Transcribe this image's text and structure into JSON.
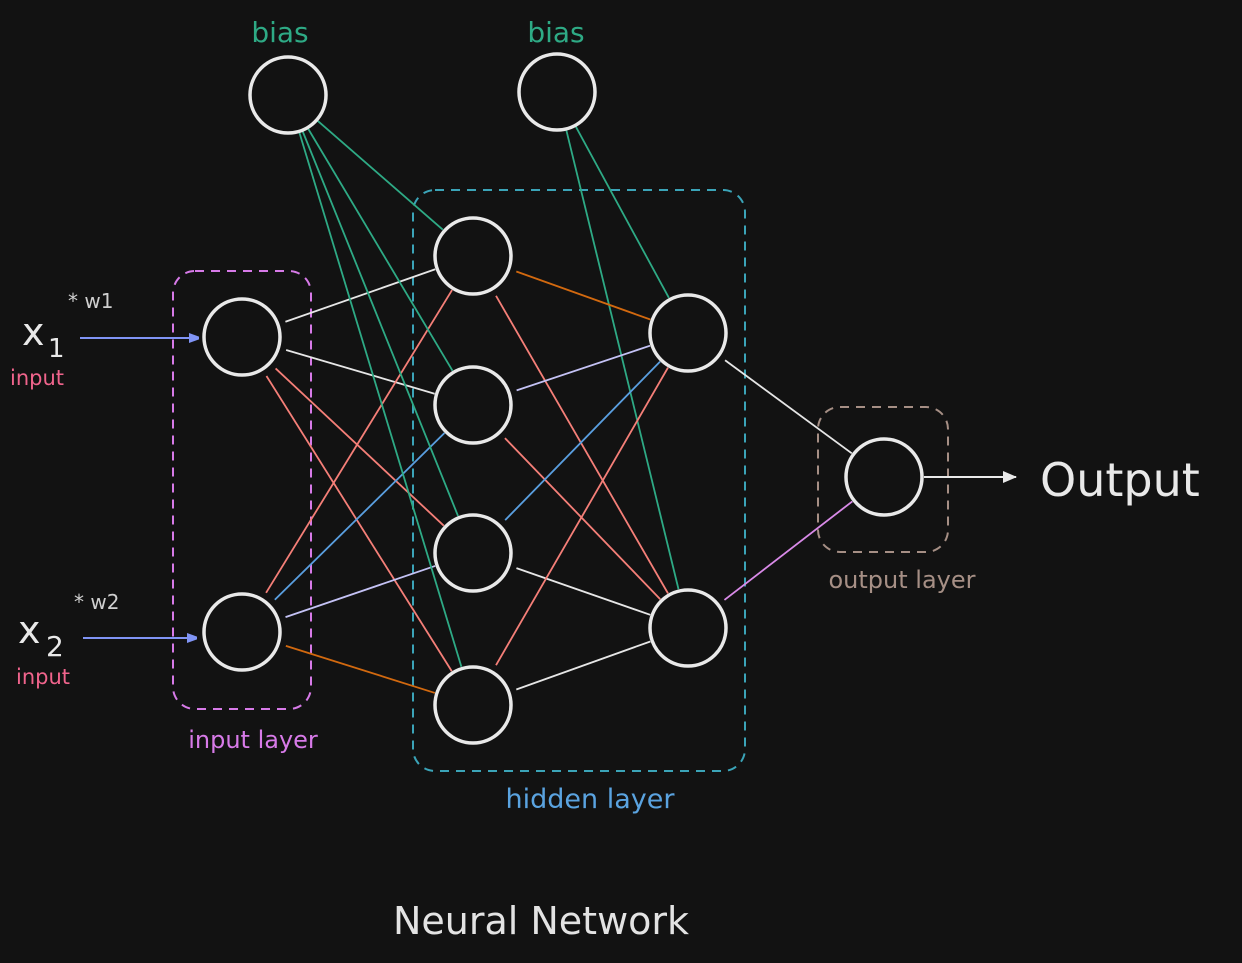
{
  "title": "Neural Network",
  "colors": {
    "background": "#121212",
    "node": "#e9e9e9",
    "bias": "#2eaa85",
    "input_label": "#f0648c",
    "input_layer": "#d77ae8",
    "hidden_layer": "#3ba4b8",
    "hidden_label": "#5aa3e0",
    "output_layer": "#a68f85",
    "arrow": "#8094f5",
    "white_edge": "#e6e6e6",
    "salmon_edge": "#f57f78",
    "orange_edge": "#d2690f",
    "lavender_edge": "#c4c2f5",
    "blue_edge": "#5a9fe0",
    "violet_edge": "#d98ae8"
  },
  "inputs": [
    {
      "symbol": "x",
      "subscript": "1",
      "weight": "* w1",
      "tag": "input"
    },
    {
      "symbol": "x",
      "subscript": "2",
      "weight": "* w2",
      "tag": "input"
    }
  ],
  "bias_labels": [
    "bias",
    "bias"
  ],
  "layer_labels": {
    "input": "input layer",
    "hidden": "hidden layer",
    "output": "output layer"
  },
  "output_label": "Output",
  "edges": [
    {
      "from": "in1",
      "to": "h1a",
      "color": "white_edge"
    },
    {
      "from": "in1",
      "to": "h1b",
      "color": "white_edge"
    },
    {
      "from": "in1",
      "to": "h1c",
      "color": "salmon_edge"
    },
    {
      "from": "in1",
      "to": "h1d",
      "color": "salmon_edge"
    },
    {
      "from": "in2",
      "to": "h1a",
      "color": "salmon_edge"
    },
    {
      "from": "in2",
      "to": "h1b",
      "color": "blue_edge"
    },
    {
      "from": "in2",
      "to": "h1c",
      "color": "lavender_edge"
    },
    {
      "from": "in2",
      "to": "h1d",
      "color": "orange_edge"
    },
    {
      "from": "b1",
      "to": "h1a",
      "color": "bias"
    },
    {
      "from": "b1",
      "to": "h1b",
      "color": "bias"
    },
    {
      "from": "b1",
      "to": "h1c",
      "color": "bias"
    },
    {
      "from": "b1",
      "to": "h1d",
      "color": "bias"
    },
    {
      "from": "b2",
      "to": "h2a",
      "color": "bias"
    },
    {
      "from": "b2",
      "to": "h2b",
      "color": "bias"
    },
    {
      "from": "h1a",
      "to": "h2a",
      "color": "orange_edge"
    },
    {
      "from": "h1a",
      "to": "h2b",
      "color": "salmon_edge"
    },
    {
      "from": "h1b",
      "to": "h2a",
      "color": "lavender_edge"
    },
    {
      "from": "h1b",
      "to": "h2b",
      "color": "salmon_edge"
    },
    {
      "from": "h1c",
      "to": "h2a",
      "color": "blue_edge"
    },
    {
      "from": "h1c",
      "to": "h2b",
      "color": "white_edge"
    },
    {
      "from": "h1d",
      "to": "h2a",
      "color": "salmon_edge"
    },
    {
      "from": "h1d",
      "to": "h2b",
      "color": "white_edge"
    },
    {
      "from": "h2a",
      "to": "out",
      "color": "white_edge"
    },
    {
      "from": "h2b",
      "to": "out",
      "color": "violet_edge"
    }
  ]
}
